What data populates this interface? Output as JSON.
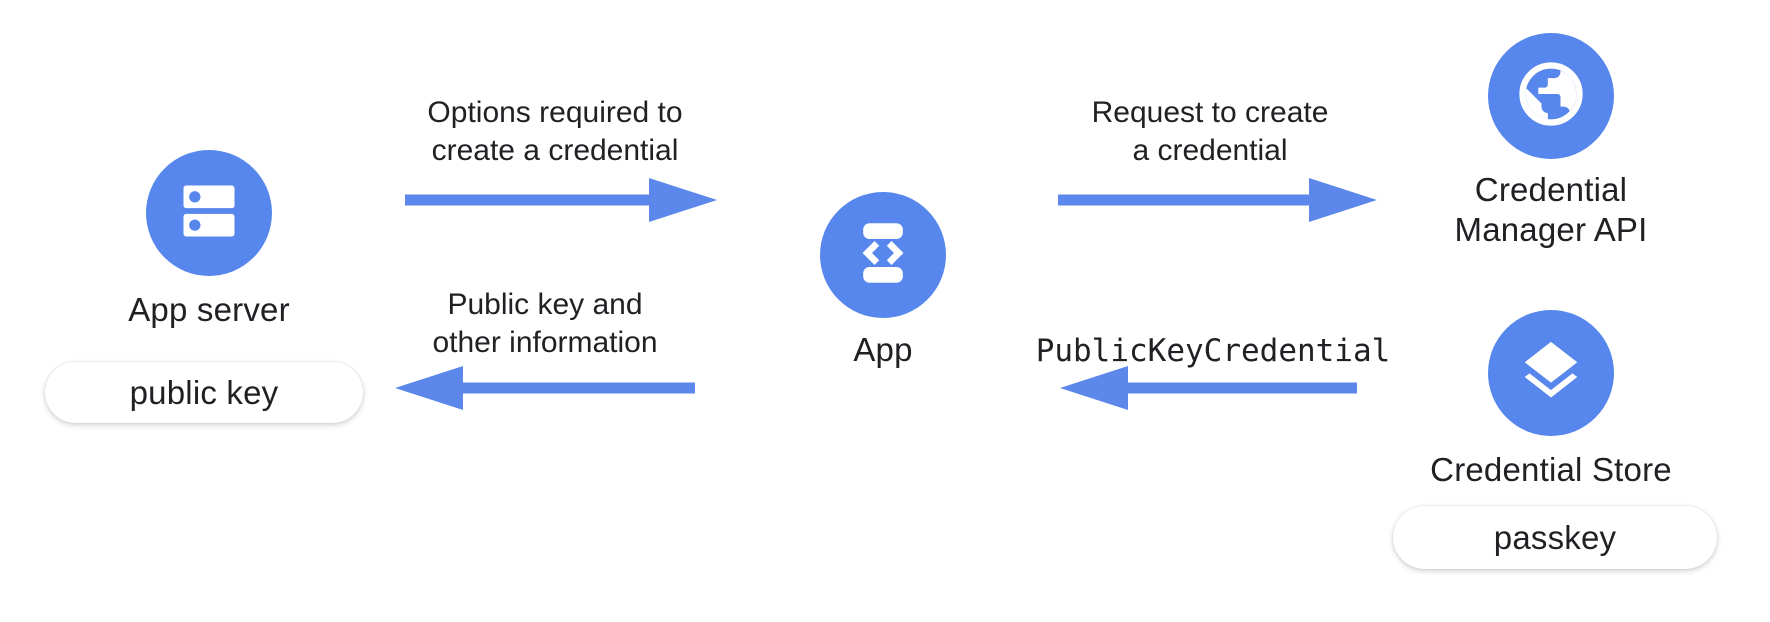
{
  "diagram": {
    "nodes": {
      "app_server": {
        "label": "App server",
        "icon": "server-icon",
        "badge": "public key"
      },
      "app": {
        "label": "App",
        "icon": "phone-code-icon"
      },
      "credential_manager": {
        "label_lines": [
          "Credential",
          "Manager API"
        ],
        "icon": "globe-icon"
      },
      "credential_store": {
        "label": "Credential Store",
        "icon": "layers-icon",
        "badge": "passkey"
      }
    },
    "arrows": [
      {
        "id": "options",
        "direction": "right",
        "from": "App server",
        "to": "App",
        "label_lines": [
          "Options required to",
          "create a credential"
        ]
      },
      {
        "id": "public-key-info",
        "direction": "left",
        "from": "App",
        "to": "App server",
        "label_lines": [
          "Public key and",
          "other information"
        ]
      },
      {
        "id": "request-create",
        "direction": "right",
        "from": "App",
        "to": "Credential Manager API",
        "label_lines": [
          "Request to create",
          "a credential"
        ]
      },
      {
        "id": "publickeycredential",
        "direction": "left",
        "from": "Credential Store",
        "to": "App",
        "label_lines": [
          "PublicKeyCredential"
        ],
        "mono": true
      }
    ],
    "colors": {
      "node_blue": "#5787EC",
      "arrow_blue": "#5C88EB",
      "text": "#202124",
      "badge_bg": "#FFFFFF"
    }
  }
}
